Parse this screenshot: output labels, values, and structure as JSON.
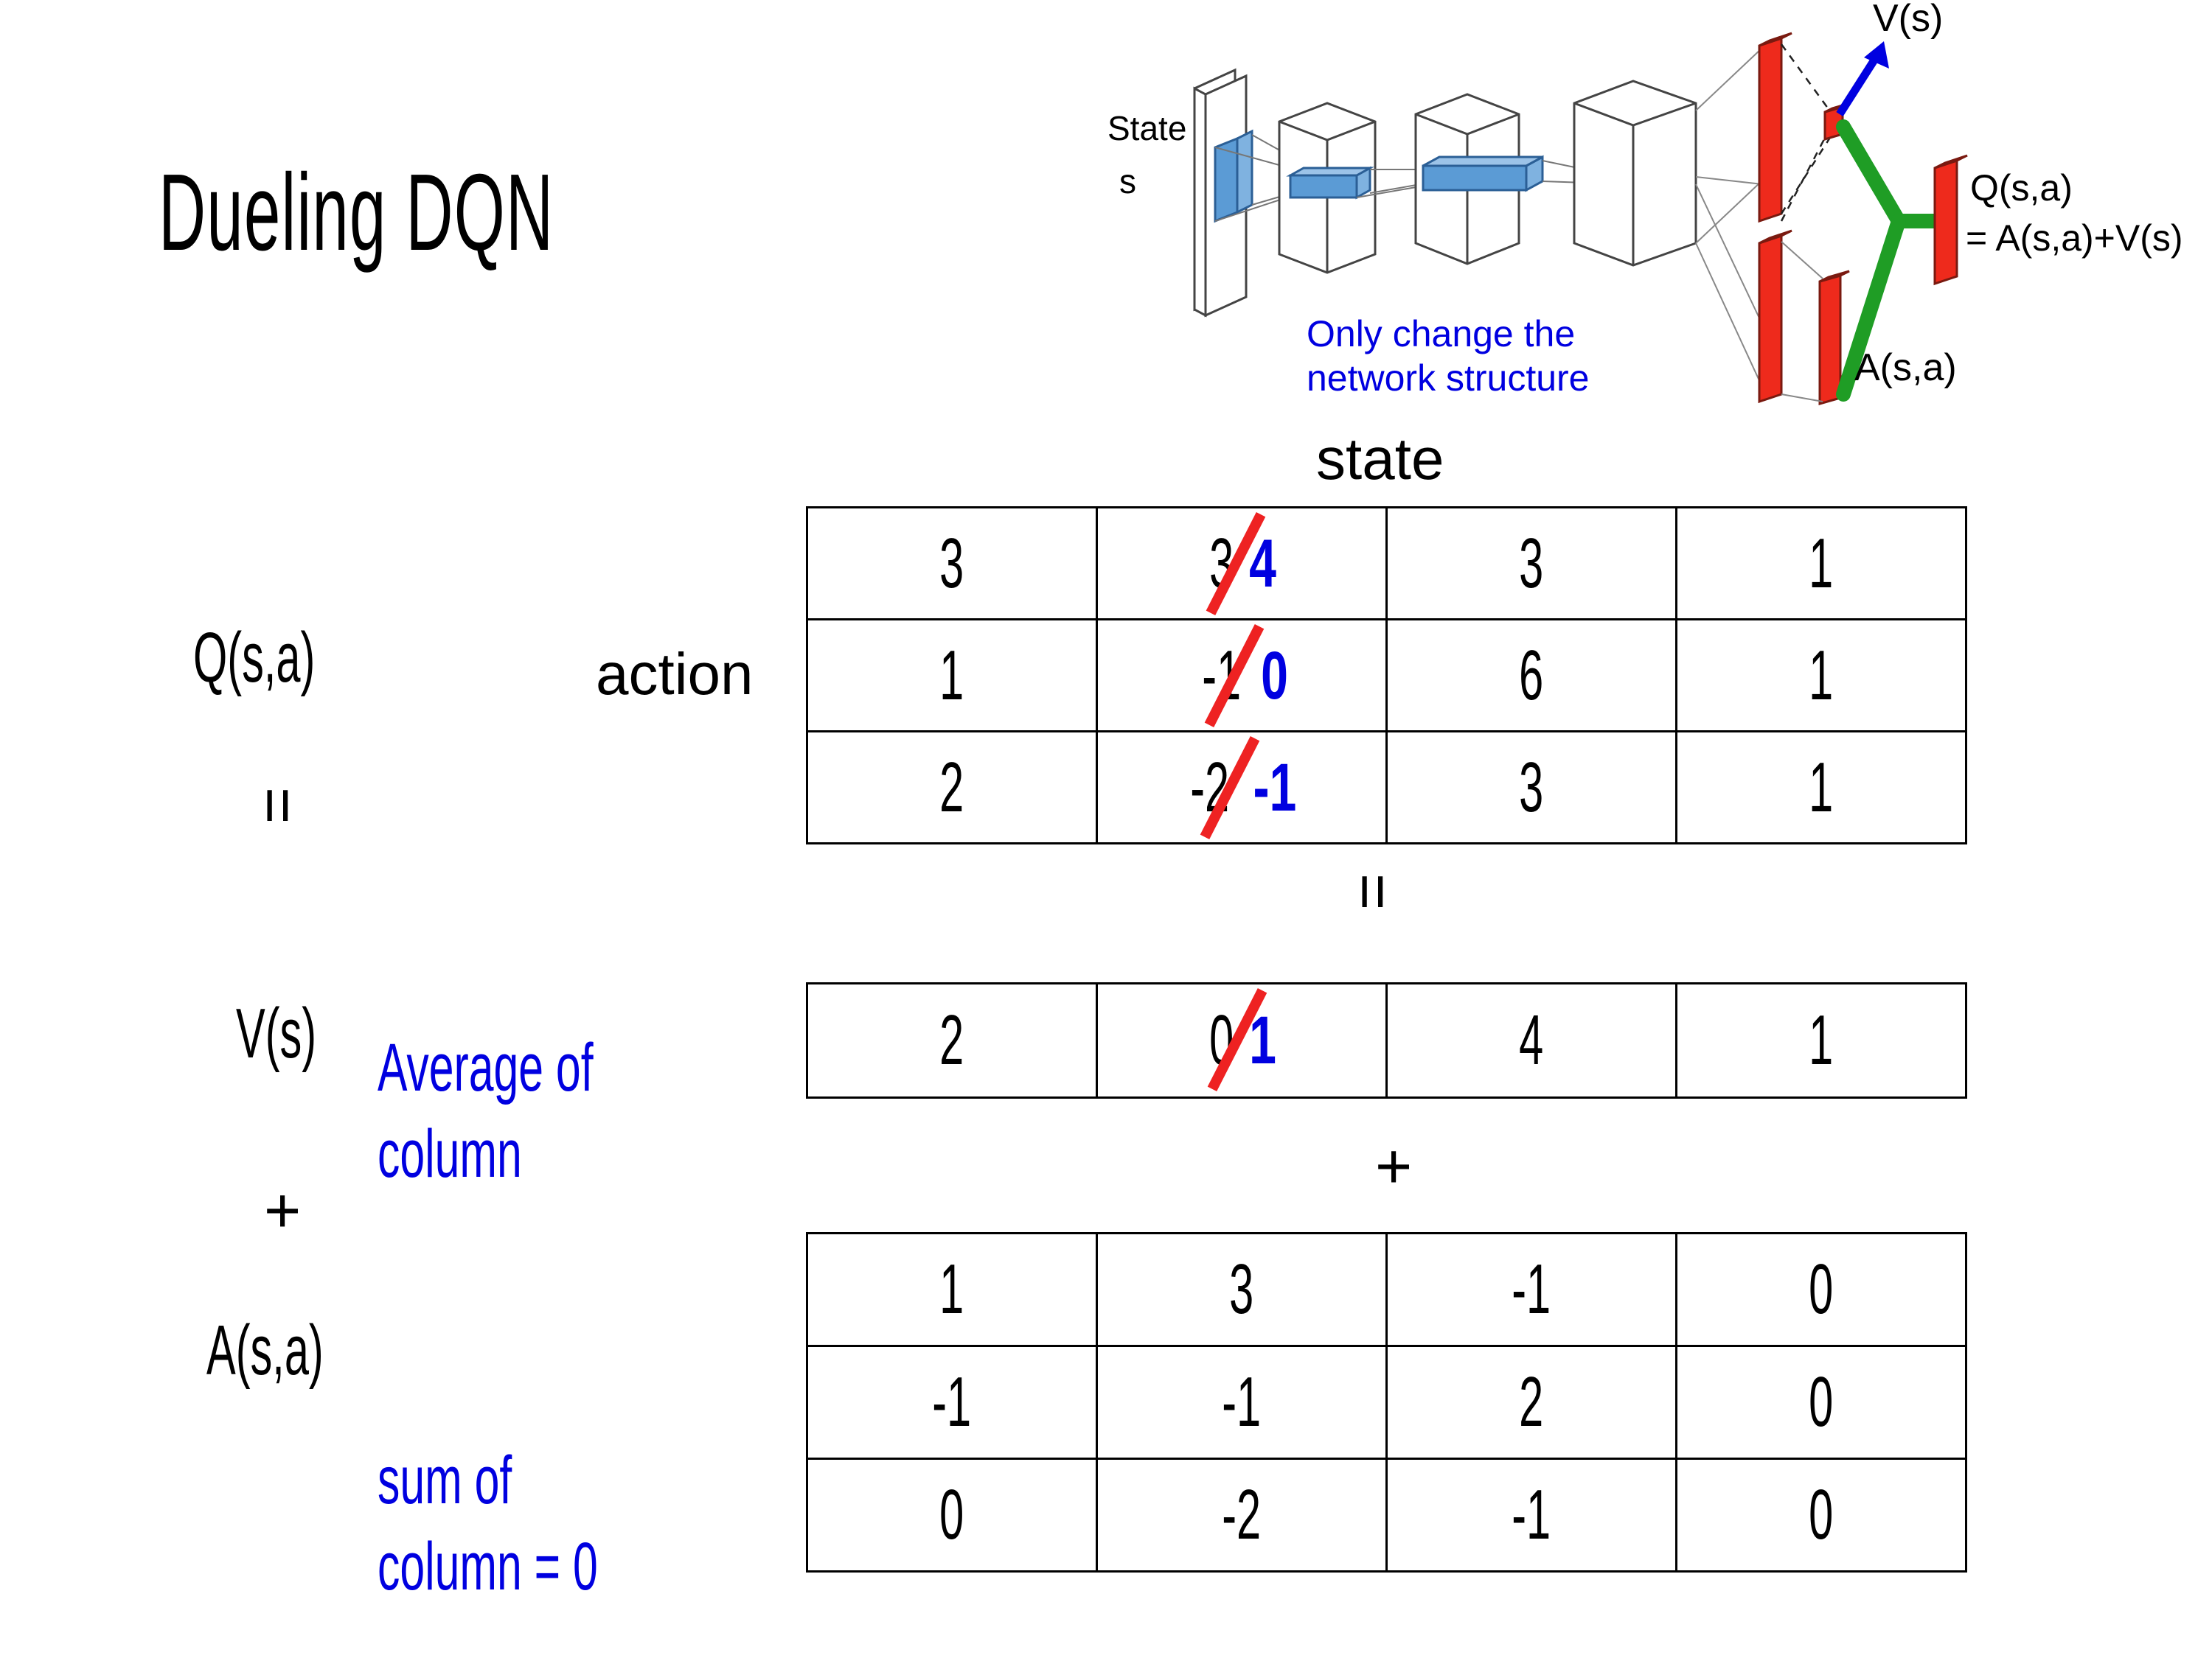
{
  "slide": {
    "title": "Dueling DQN"
  },
  "diagram": {
    "state_label_line1": "State",
    "state_label_line2": "s",
    "note_line1": "Only change the",
    "note_line2": "network structure",
    "v_label": "V(s)",
    "a_label": "A(s,a)",
    "q_label_line1": "Q(s,a)",
    "q_label_line2": "= A(s,a)+V(s)",
    "colors": {
      "note_blue": "#0000e0",
      "arrow_blue": "#0000e0",
      "bar_red": "#ee2a1c",
      "merge_green": "#1f9d25",
      "conv_blue": "#5b9bd5"
    }
  },
  "labels": {
    "state": "state",
    "action": "action",
    "q_label": "Q(s,a)",
    "v_label": "V(s)",
    "a_label": "A(s,a)",
    "equals_q_v": "=",
    "plus_v_a": "+",
    "equals_mid": "=",
    "plus_mid": "+",
    "annotation_avg_line1": "Average of",
    "annotation_avg_line2": "column",
    "annotation_sum_line1": "sum of",
    "annotation_sum_line2": "column = 0"
  },
  "colors": {
    "strike_red": "#ee2222",
    "edit_blue": "#0000e0",
    "text_black": "#000000",
    "border_black": "#000000"
  },
  "chart_data": {
    "type": "table",
    "title": "Dueling DQN decomposition Q(s,a) = V(s) + A(s,a)",
    "tables": [
      {
        "name": "Q(s,a)",
        "row_axis": "action",
        "col_axis": "state",
        "rows": 3,
        "cols": 4,
        "values": [
          [
            "3",
            "3",
            "3",
            "1"
          ],
          [
            "1",
            "-1",
            "6",
            "1"
          ],
          [
            "2",
            "-2",
            "3",
            "1"
          ]
        ],
        "edits": [
          {
            "row": 0,
            "col": 1,
            "old": "3",
            "new": "4"
          },
          {
            "row": 1,
            "col": 1,
            "old": "-1",
            "new": "0"
          },
          {
            "row": 2,
            "col": 1,
            "old": "-2",
            "new": "-1"
          }
        ]
      },
      {
        "name": "V(s)",
        "rows": 1,
        "cols": 4,
        "values": [
          [
            "2",
            "0",
            "4",
            "1"
          ]
        ],
        "edits": [
          {
            "row": 0,
            "col": 1,
            "old": "0",
            "new": "1"
          }
        ]
      },
      {
        "name": "A(s,a)",
        "rows": 3,
        "cols": 4,
        "values": [
          [
            "1",
            "3",
            "-1",
            "0"
          ],
          [
            "-1",
            "-1",
            "2",
            "0"
          ],
          [
            "0",
            "-2",
            "-1",
            "0"
          ]
        ],
        "edits": []
      }
    ]
  }
}
